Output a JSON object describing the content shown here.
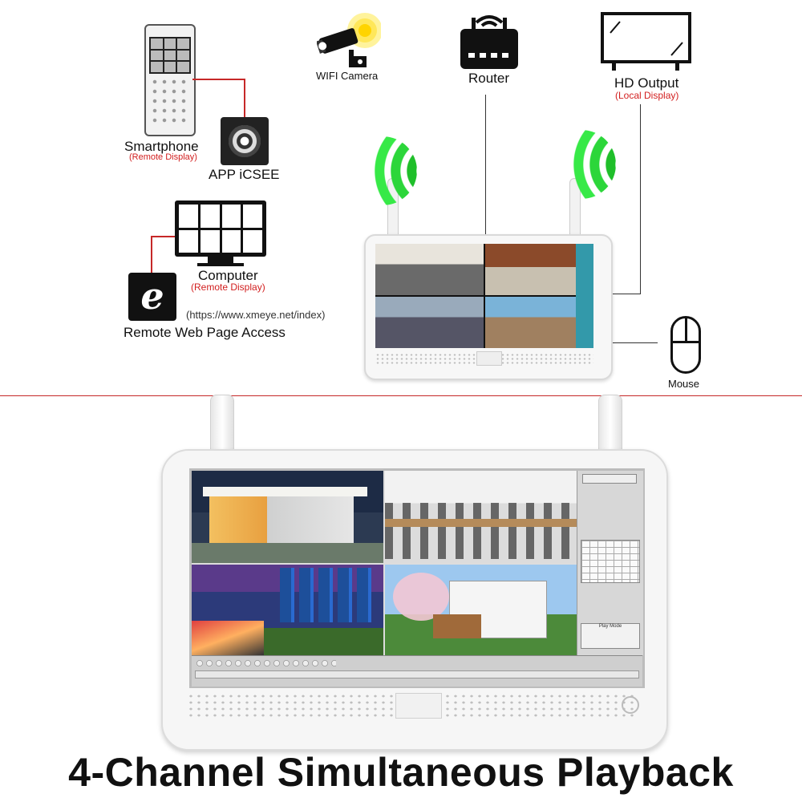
{
  "labels": {
    "wifi_camera": "WIFI Camera",
    "router": "Router",
    "hd_output": "HD Output",
    "hd_output_sub": "(Local Display)",
    "smartphone": "Smartphone",
    "smartphone_sub": "(Remote Display)",
    "app": "APP iCSEE",
    "computer": "Computer",
    "computer_sub": "(Remote Display)",
    "url": "(https://www.xmeye.net/index)",
    "web_access": "Remote Web Page Access",
    "mouse": "Mouse"
  },
  "ie_glyph": "e",
  "playback": {
    "panel_title": "Play Mode"
  },
  "caption": "4-Channel Simultaneous Playback",
  "colors": {
    "accent_red": "#c62828",
    "wifi_green": "#2cd63a",
    "wifi_yellow": "#ffe94a"
  },
  "icons": [
    "wifi-camera-icon",
    "router-icon",
    "tv-icon",
    "smartphone-icon",
    "app-camera-icon",
    "computer-monitor-icon",
    "internet-explorer-icon",
    "mouse-icon",
    "wifi-signal-icon"
  ]
}
